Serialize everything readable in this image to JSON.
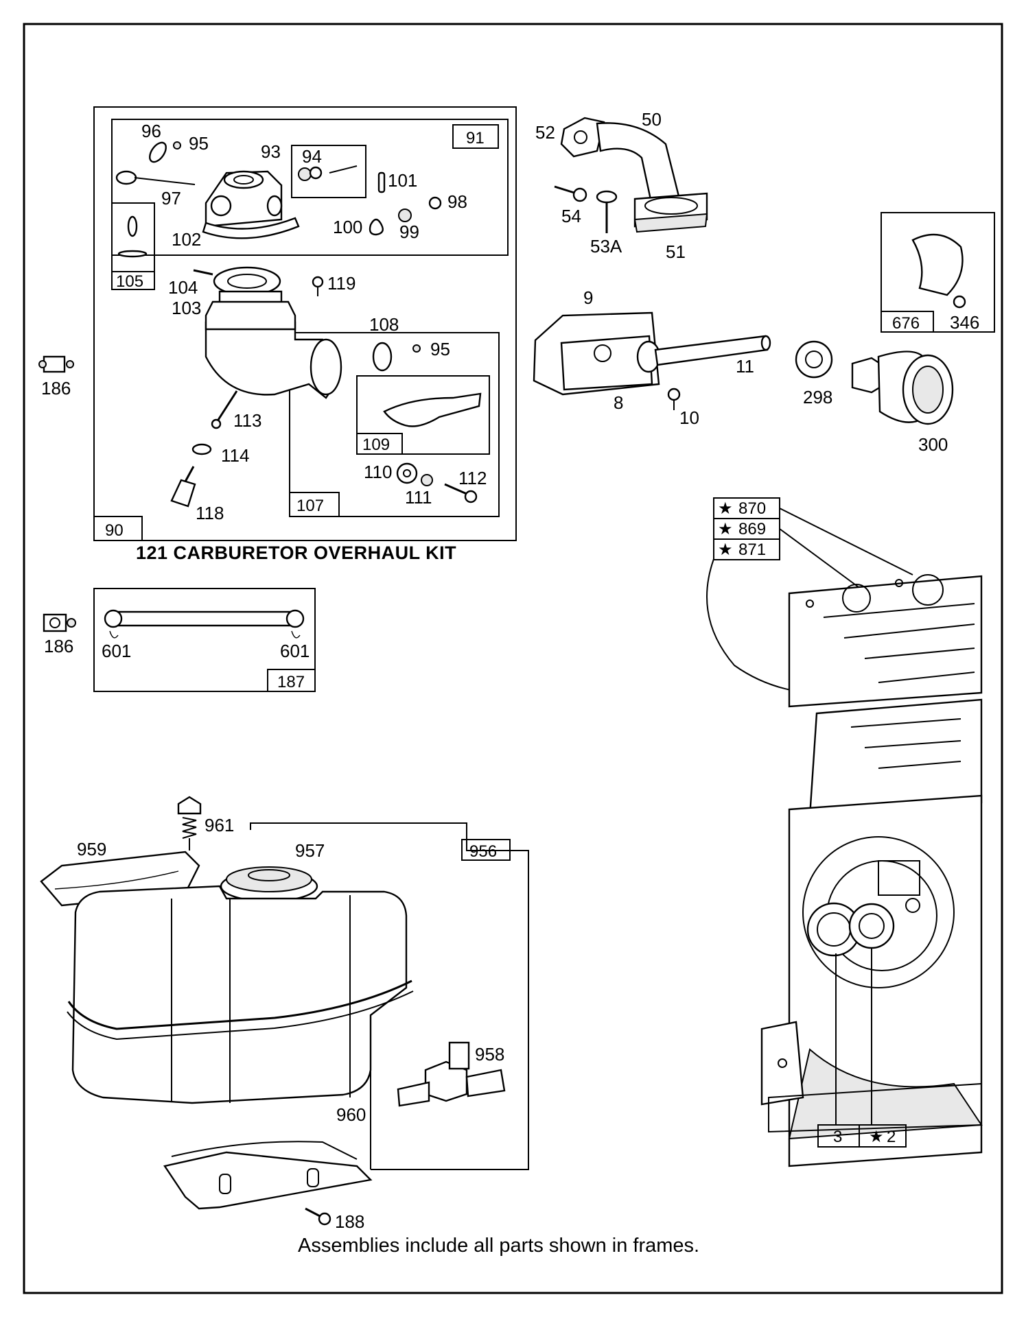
{
  "frame_labels": {
    "f91": "91",
    "f105": "105",
    "f90": "90",
    "f107": "107",
    "f109": "109",
    "f187": "187",
    "f956": "956",
    "f676": "676",
    "f870": "870",
    "f869": "869",
    "f871": "871",
    "f3": "3",
    "f2": "2"
  },
  "star_glyph": "★",
  "parts": {
    "p96": "96",
    "p95a": "95",
    "p93": "93",
    "p94": "94",
    "p101": "101",
    "p97": "97",
    "p98": "98",
    "p100": "100",
    "p99": "99",
    "p102": "102",
    "p104": "104",
    "p119": "119",
    "p103": "103",
    "p108": "108",
    "p95b": "95",
    "p113": "113",
    "p114": "114",
    "p110": "110",
    "p112": "112",
    "p111": "111",
    "p118": "118",
    "p186a": "186",
    "p186b": "186",
    "p601a": "601",
    "p601b": "601",
    "p52": "52",
    "p50": "50",
    "p54": "54",
    "p53a": "53A",
    "p51": "51",
    "p9": "9",
    "p11": "11",
    "p8": "8",
    "p10": "10",
    "p346": "346",
    "p298": "298",
    "p300": "300",
    "p961": "961",
    "p959": "959",
    "p957": "957",
    "p958": "958",
    "p960": "960",
    "p188": "188"
  },
  "kit_caption": "121 CARBURETOR OVERHAUL KIT",
  "footer_note": "Assemblies include all parts shown in frames."
}
